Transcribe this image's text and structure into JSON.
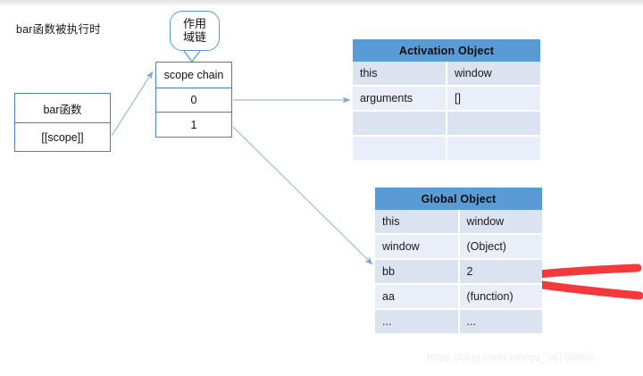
{
  "page": {
    "title": "bar函数被执行时",
    "watermark": "https://blog.csdn.net/qq_36766666"
  },
  "callout": {
    "line1": "作用",
    "line2": "域链"
  },
  "bar_function_box": {
    "rows": [
      "bar函数",
      "[[scope]]"
    ]
  },
  "scope_chain_box": {
    "rows": [
      "scope chain",
      "0",
      "1"
    ]
  },
  "activation_object": {
    "header": "Activation Object",
    "rows": [
      {
        "key": "this",
        "value": "window"
      },
      {
        "key": "arguments",
        "value": "[]"
      },
      {
        "key": "",
        "value": ""
      },
      {
        "key": "",
        "value": ""
      }
    ]
  },
  "global_object": {
    "header": "Global Object",
    "rows": [
      {
        "key": "this",
        "value": "window"
      },
      {
        "key": "window",
        "value": "(Object)"
      },
      {
        "key": "bb",
        "value": "2"
      },
      {
        "key": "aa",
        "value": "(function)"
      },
      {
        "key": "...",
        "value": "..."
      }
    ]
  },
  "colors": {
    "header_blue": "#5b9bd5",
    "row_dark": "#dbe3f0",
    "row_light": "#eaeef8",
    "border_blue": "#4a7ebb",
    "connector_blue": "#7ba7d7",
    "annotation_red": "#f4393c"
  },
  "annotations": {
    "red_arrow_target": "bb"
  }
}
